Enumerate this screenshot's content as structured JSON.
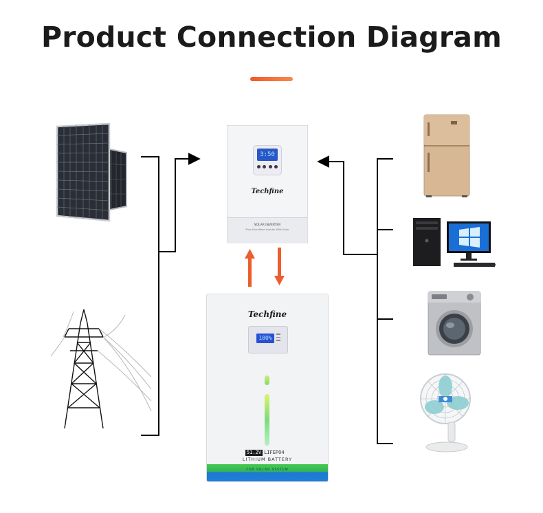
{
  "title": "Product Connection Diagram",
  "colors": {
    "accent": "#f05a28",
    "wire": "#000000",
    "battery_band_green": "#3fc24a",
    "battery_band_blue": "#1f7fd8"
  },
  "inverter": {
    "brand": "Techfine",
    "label_main": "SOLAR INVERTER",
    "label_sub": "Pure Sine Wave Inverter With Solar",
    "lcd_text": "3:50"
  },
  "battery": {
    "brand": "Techfine",
    "voltage": "51.2V",
    "chemistry": "LIFEPO4",
    "type": "LITHIUM BATTERY",
    "band_text": "FOR SOLAR SYSTEM",
    "lcd_text": "100%"
  },
  "sources": [
    {
      "name": "solar-panel-icon"
    },
    {
      "name": "power-tower-icon"
    }
  ],
  "loads": [
    {
      "name": "refrigerator-icon"
    },
    {
      "name": "desktop-computer-icon"
    },
    {
      "name": "washing-machine-icon"
    },
    {
      "name": "electric-fan-icon"
    }
  ]
}
